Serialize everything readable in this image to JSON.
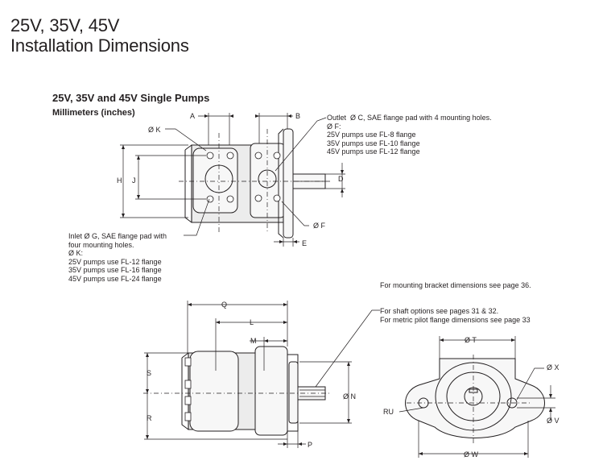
{
  "header": {
    "title_line1": "25V, 35V, 45V",
    "title_line2": "Installation Dimensions"
  },
  "section": {
    "title": "25V, 35V and 45V Single Pumps",
    "units": "Millimeters (inches)"
  },
  "notes": {
    "outlet": "Outlet  Ø C, SAE flange pad with 4 mounting holes.\nØ F:\n25V pumps use FL-8 flange\n35V pumps use FL-10 flange\n45V pumps use FL-12 flange",
    "inlet": "Inlet Ø G, SAE flange pad with\nfour mounting holes.\nØ K:\n25V pumps use FL-12 flange\n35V pumps use FL-16 flange\n45V pumps use FL-24 flange",
    "bracket": "For mounting bracket dimensions see page 36.",
    "shaft": "For shaft options see pages 31 & 32.\nFor metric pilot flange dimensions see page 33"
  },
  "dimension_labels": {
    "A": "A",
    "B": "B",
    "D": "D",
    "E": "E",
    "F": "Ø F",
    "H": "H",
    "J": "J",
    "K": "Ø K",
    "Q": "Q",
    "L": "L",
    "M": "M",
    "S": "S",
    "R": "R",
    "N": "Ø N",
    "P": "P",
    "T": "Ø T",
    "X": "Ø X",
    "V": "Ø V",
    "W": "Ø W",
    "RU": "RU"
  },
  "colors": {
    "ink": "#231f20",
    "background": "#ffffff",
    "body_shade": "#ececec"
  }
}
